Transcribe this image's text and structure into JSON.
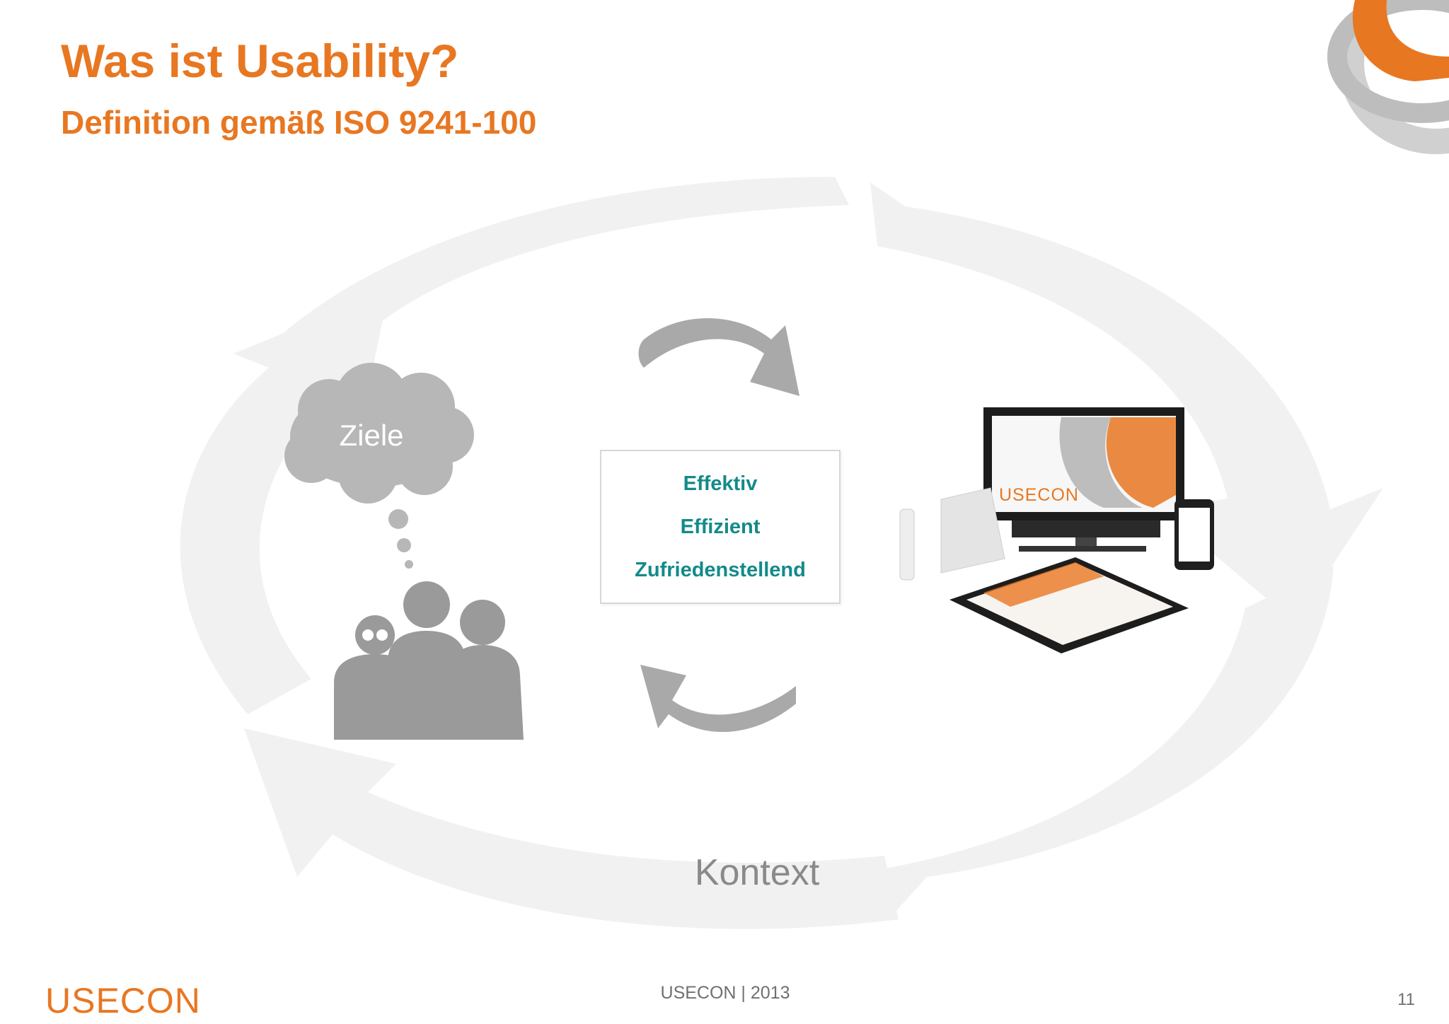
{
  "slide": {
    "title": "Was ist Usability?",
    "subtitle": "Definition gemäß ISO 9241-100",
    "goals_label": "Ziele",
    "criteria": [
      "Effektiv",
      "Effizient",
      "Zufriedenstellend"
    ],
    "context_label": "Kontext"
  },
  "devices": {
    "screen_logo": "USECON"
  },
  "footer": {
    "logo": "USECON",
    "center_text": "USECON | 2013",
    "page_number": "11"
  },
  "colors": {
    "brand_orange": "#E87722",
    "teal": "#138a8a",
    "icon_gray": "#9a9a9a",
    "cycle_gray": "#f0f0f0"
  }
}
